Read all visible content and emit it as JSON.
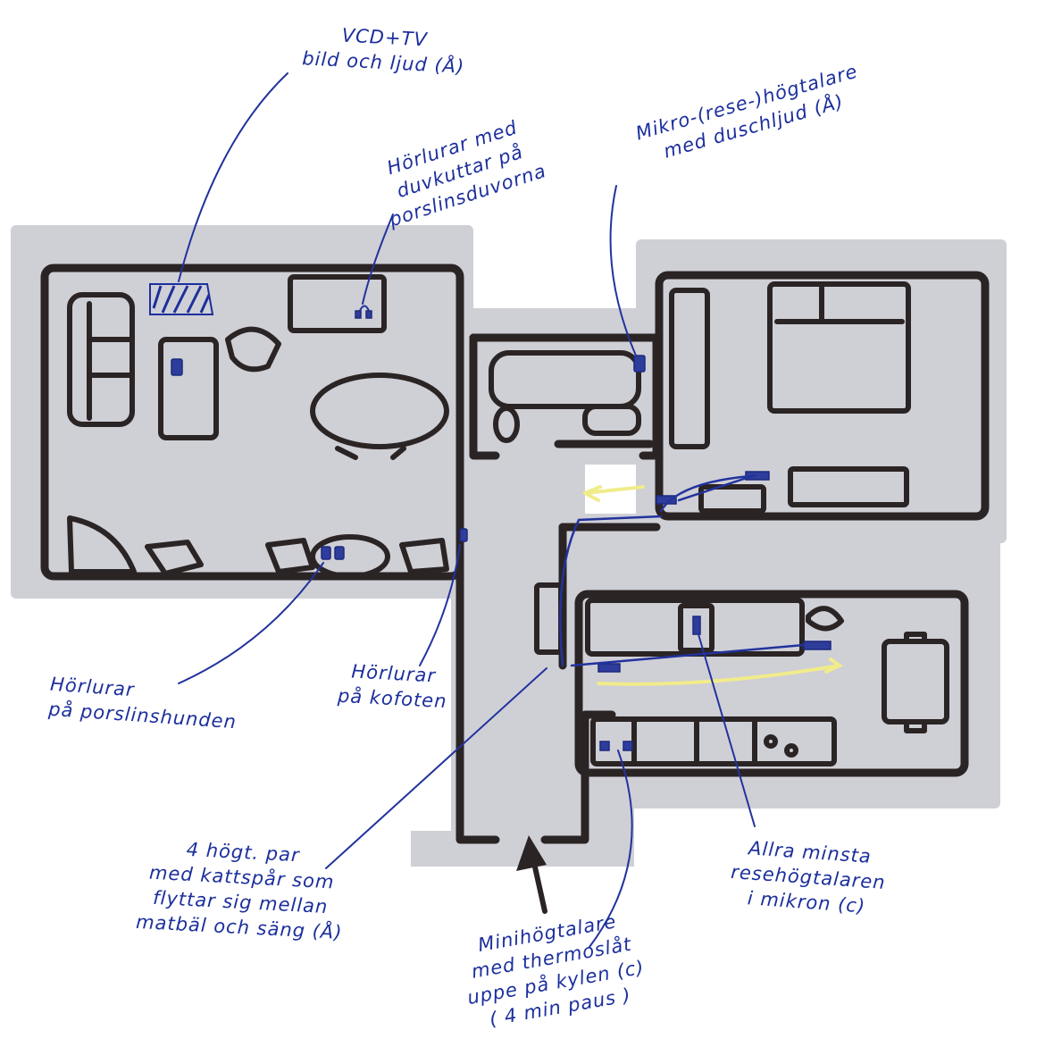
{
  "annotations": {
    "vcd_tv": [
      "VCD+TV",
      "bild och ljud (Å)"
    ],
    "headphones_doves": [
      "Hörlurar med",
      "duvkuttar på",
      "porslinsduvorna"
    ],
    "micro_speaker": [
      "Mikro-(rese-)högtalare",
      "med duschljud (Å)"
    ],
    "headphones_dogs": [
      "Hörlurar",
      "på porslinshunden"
    ],
    "headphones_stand": [
      "Hörlurar",
      "på kofoten"
    ],
    "speaker_pair": [
      "4 högt. par",
      "med kattspår som",
      "flyttar sig mellan",
      "matbäl och säng (Å)"
    ],
    "smallest_speaker": [
      "Allra minsta",
      "resehögtalaren",
      "i mikron (c)"
    ],
    "mini_speaker": [
      "Minihögtalare",
      "med thermoslåt",
      "uppe på kylen (c)",
      "( 4 min paus )"
    ]
  },
  "colors": {
    "ink": "#1c2f9c",
    "wall": "#2b2424",
    "shade": "#cfcfd6",
    "cable_yellow": "#f1ec8a"
  }
}
